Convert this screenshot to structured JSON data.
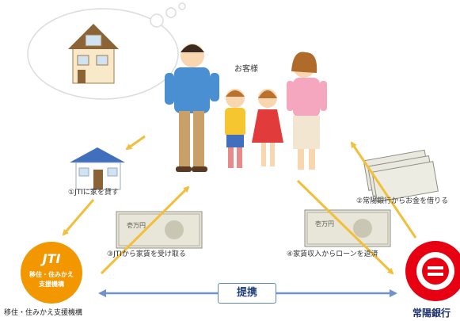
{
  "customer_label": "お客様",
  "steps": {
    "step1": "①JTIに家を貸す",
    "step2": "②常陽銀行からお金を借りる",
    "step3": "③JTIから家賃を受け取る",
    "step4": "④家賃収入からローンを返済"
  },
  "partnership_label": "提携",
  "jti": {
    "logo": "JTI",
    "line1": "移住・住みかえ",
    "line2": "支援機構",
    "caption": "移住・住みかえ支援機構",
    "color": "#f39700"
  },
  "bank": {
    "name": "常陽銀行",
    "color": "#e60012"
  },
  "banknote_text": "壱万円",
  "colors": {
    "arrow": "#f2bf3a",
    "partnership_arrow": "#6f93cf",
    "text": "#333333"
  },
  "icons": [
    "thought-bubble-icon",
    "house-icon",
    "family-illustration",
    "banknote-icon",
    "bank-logo-icon"
  ]
}
